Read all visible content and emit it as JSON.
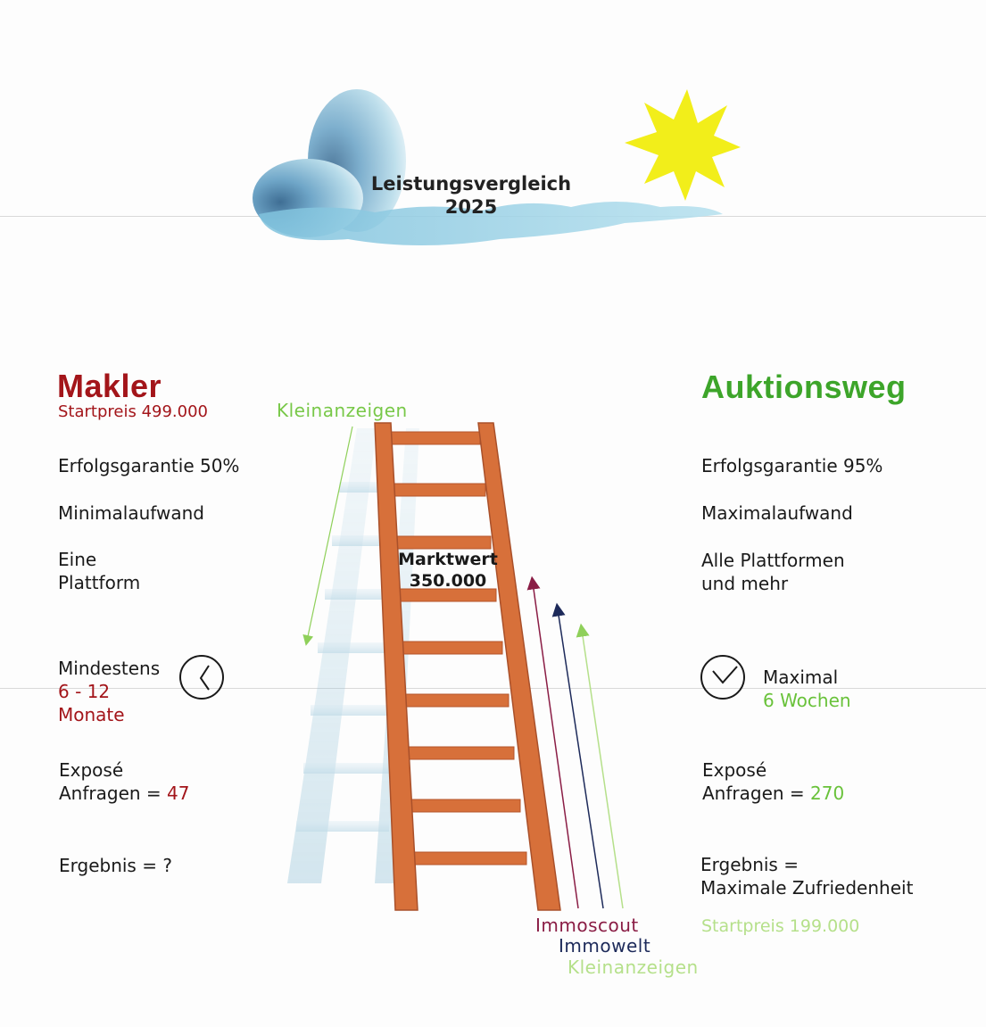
{
  "header": {
    "title_line1": "Leistungsvergleich",
    "title_line2": "2025"
  },
  "colors": {
    "makler_red": "#a3151a",
    "auktion_green": "#3da52a",
    "light_green": "#78c848",
    "immoscout": "#8a1d45",
    "immowelt": "#1d2a5a",
    "ladder": "#d7703a",
    "sun": "#f2ee1a"
  },
  "left": {
    "brand": "Makler",
    "start_price": "Startpreis 499.000",
    "guarantee": "Erfolgsgarantie 50%",
    "effort": "Minimalaufwand",
    "platform_line1": "Eine",
    "platform_line2": "Plattform",
    "duration_label": "Mindestens",
    "duration_value": "6 - 12",
    "duration_unit": "Monate",
    "expose_line1": "Exposé",
    "expose_line2": "Anfragen = ",
    "expose_value": "47",
    "result": "Ergebnis = ?"
  },
  "right": {
    "brand": "Auktionsweg",
    "guarantee": "Erfolgsgarantie 95%",
    "effort": "Maximalaufwand",
    "platform_line1": "Alle Plattformen",
    "platform_line2": "und mehr",
    "duration_label": "Maximal",
    "duration_value": "6 Wochen",
    "expose_line1": "Exposé",
    "expose_line2": "Anfragen = ",
    "expose_value": "270",
    "result_line1": "Ergebnis =",
    "result_line2": "Maximale Zufriedenheit",
    "start_price": "Startpreis 199.000"
  },
  "ladder": {
    "market_label": "Marktwert",
    "market_value": "350.000"
  },
  "platforms": {
    "top_label": "Kleinanzeigen",
    "bottom": [
      "Immoscout",
      "Immowelt",
      "Kleinanzeigen"
    ]
  }
}
